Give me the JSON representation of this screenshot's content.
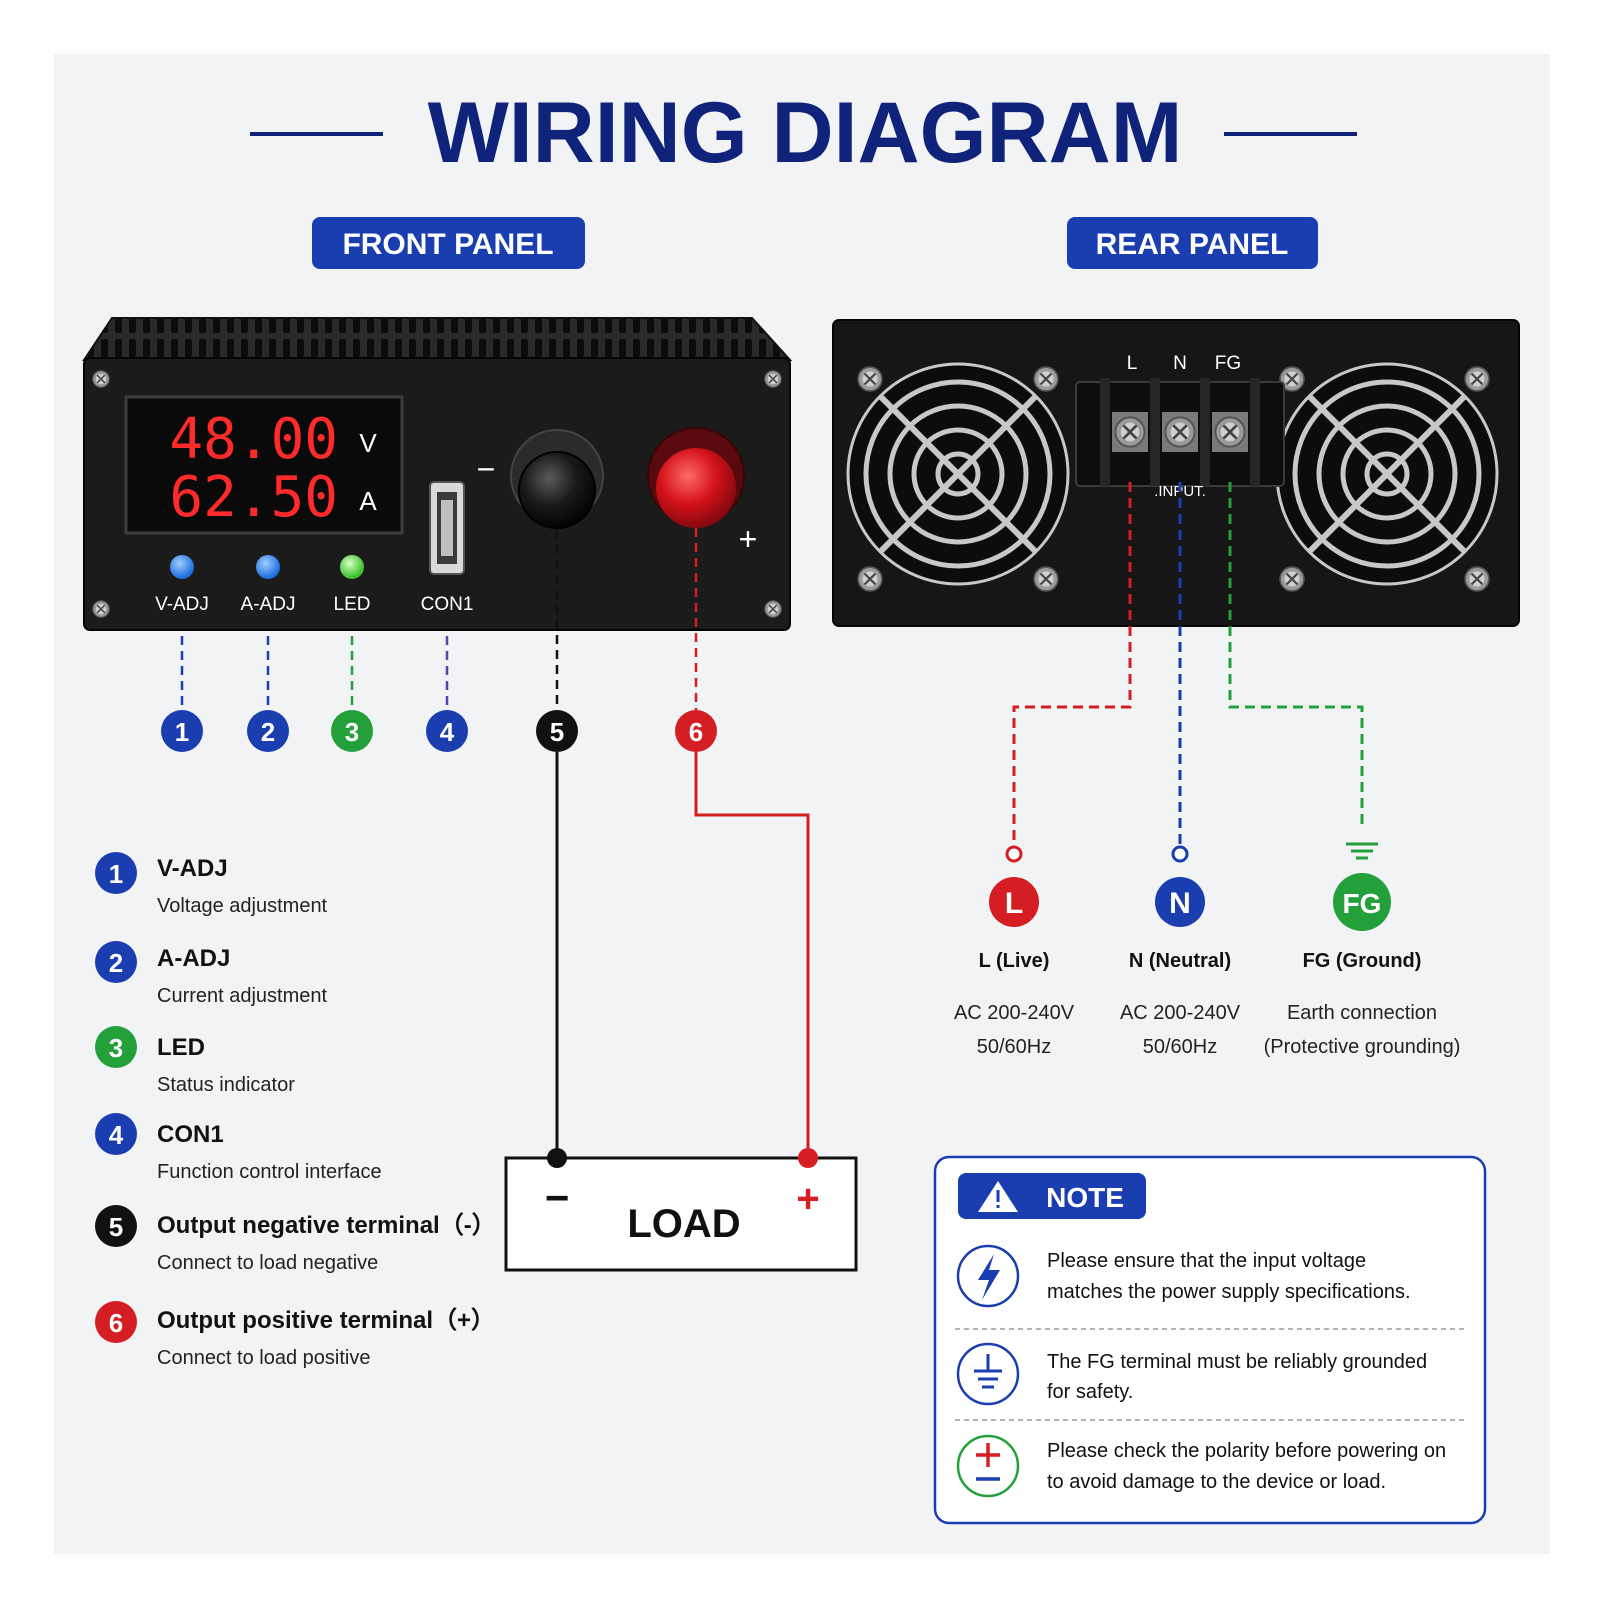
{
  "title": "WIRING DIAGRAM",
  "front_panel": {
    "badge": "FRONT PANEL",
    "display": {
      "voltage": "48.00",
      "voltage_unit": "V",
      "current": "62.50",
      "current_unit": "A"
    },
    "labels": {
      "v_adj": "V-ADJ",
      "a_adj": "A-ADJ",
      "led": "LED",
      "con1": "CON1",
      "minus": "−",
      "plus": "+"
    }
  },
  "rear_panel": {
    "badge": "REAR PANEL",
    "terminal_labels": {
      "l": "L",
      "n": "N",
      "fg": "FG"
    },
    "input_label": ".INPUT."
  },
  "callouts": [
    {
      "num": "1",
      "color": "#1a3db0"
    },
    {
      "num": "2",
      "color": "#1a3db0"
    },
    {
      "num": "3",
      "color": "#23a03a"
    },
    {
      "num": "4",
      "color": "#1a3db0"
    },
    {
      "num": "5",
      "color": "#111111"
    },
    {
      "num": "6",
      "color": "#d51e23"
    }
  ],
  "legend": [
    {
      "num": "1",
      "title": "V-ADJ",
      "desc": "Voltage adjustment",
      "color": "#1a3db0"
    },
    {
      "num": "2",
      "title": "A-ADJ",
      "desc": "Current adjustment",
      "color": "#1a3db0"
    },
    {
      "num": "3",
      "title": "LED",
      "desc": "Status indicator",
      "color": "#23a03a"
    },
    {
      "num": "4",
      "title": "CON1",
      "desc": "Function control interface",
      "color": "#1a3db0"
    },
    {
      "num": "5",
      "title": "Output negative terminal（-）",
      "desc": "Connect to load negative",
      "color": "#111111"
    },
    {
      "num": "6",
      "title": "Output positive terminal（+）",
      "desc": "Connect to load positive",
      "color": "#d51e23"
    }
  ],
  "load": {
    "label": "LOAD",
    "minus": "−",
    "plus": "+"
  },
  "inputs": [
    {
      "badge": "L",
      "title": "L (Live)",
      "line1": "AC 200-240V",
      "line2": "50/60Hz",
      "color": "#d51e23"
    },
    {
      "badge": "N",
      "title": "N (Neutral)",
      "line1": "AC 200-240V",
      "line2": "50/60Hz",
      "color": "#1a3db0"
    },
    {
      "badge": "FG",
      "title": "FG (Ground)",
      "line1": "Earth connection",
      "line2": "(Protective grounding)",
      "color": "#23a03a"
    }
  ],
  "note": {
    "header": "NOTE",
    "items": [
      {
        "icon": "lightning-icon",
        "line1": "Please ensure that the input voltage",
        "line2": "matches the power supply specifications."
      },
      {
        "icon": "ground-icon",
        "line1": "The FG terminal must be reliably grounded",
        "line2": "for safety."
      },
      {
        "icon": "polarity-icon",
        "line1": "Please check the polarity before powering on",
        "line2": "to avoid damage to the device or load."
      }
    ]
  },
  "colors": {
    "navy": "#10237a",
    "badge_blue": "#1a3db0",
    "red": "#d51e23",
    "green": "#23a03a",
    "purple": "#5b3fb5"
  }
}
